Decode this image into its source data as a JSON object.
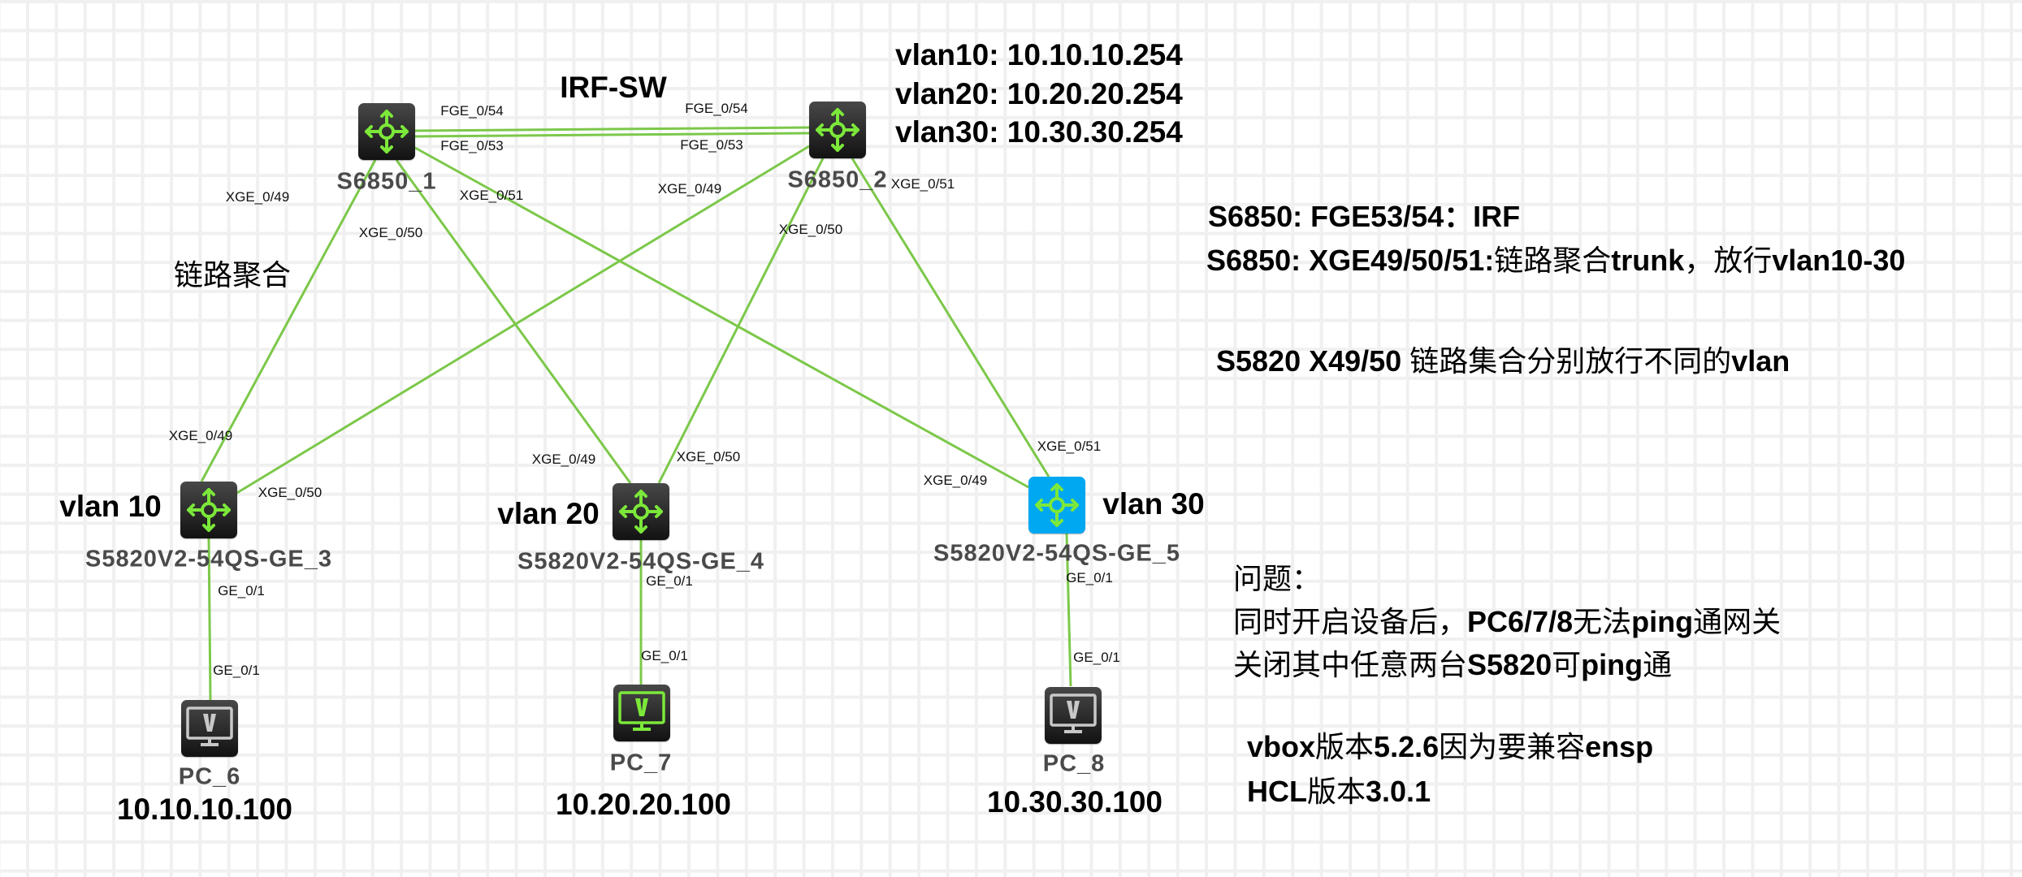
{
  "title": "IRF-SW",
  "colors": {
    "link": "#7cc84a",
    "icon_green": "#7ce83a",
    "device_dark": "#1e1e1e",
    "device_selected": "#00a8f2",
    "pc_icon_gray": "#c8c8c8"
  },
  "gateways": [
    "vlan10: 10.10.10.254",
    "vlan20: 10.20.20.254",
    "vlan30: 10.30.30.254"
  ],
  "devices": {
    "s6850_1": {
      "name": "S6850_1",
      "icon": "router-switch-icon"
    },
    "s6850_2": {
      "name": "S6850_2",
      "icon": "router-switch-icon"
    },
    "s5820_3": {
      "name": "S5820V2-54QS-GE_3",
      "vlan": "vlan 10",
      "icon": "router-switch-icon"
    },
    "s5820_4": {
      "name": "S5820V2-54QS-GE_4",
      "vlan": "vlan 20",
      "icon": "router-switch-icon"
    },
    "s5820_5": {
      "name": "S5820V2-54QS-GE_5",
      "vlan": "vlan 30",
      "icon": "router-switch-icon",
      "selected": true
    },
    "pc_6": {
      "name": "PC_6",
      "ip": "10.10.10.100",
      "icon": "pc-monitor-icon"
    },
    "pc_7": {
      "name": "PC_7",
      "ip": "10.20.20.100",
      "icon": "pc-monitor-icon",
      "active": true
    },
    "pc_8": {
      "name": "PC_8",
      "ip": "10.30.30.100",
      "icon": "pc-monitor-icon"
    }
  },
  "ports": {
    "fge54_left": "FGE_0/54",
    "fge53_left": "FGE_0/53",
    "fge54_right": "FGE_0/54",
    "fge53_right": "FGE_0/53",
    "s1_xge49": "XGE_0/49",
    "s1_xge50": "XGE_0/50",
    "s1_xge51": "XGE_0/51",
    "s2_xge49": "XGE_0/49",
    "s2_xge50": "XGE_0/50",
    "s2_xge51": "XGE_0/51",
    "s3_xge49": "XGE_0/49",
    "s3_xge50": "XGE_0/50",
    "s4_xge49": "XGE_0/49",
    "s4_xge50": "XGE_0/50",
    "s5_xge49": "XGE_0/49",
    "s5_xge51": "XGE_0/51",
    "s3_ge01": "GE_0/1",
    "pc6_ge01": "GE_0/1",
    "s4_ge01": "GE_0/1",
    "pc7_ge01": "GE_0/1",
    "s5_ge01": "GE_0/1",
    "pc8_ge01": "GE_0/1"
  },
  "annotations": {
    "link_agg": "链路聚合",
    "s6850_irf": {
      "prefix": "S6850: FGE53/54：IRF"
    },
    "s6850_trunk": {
      "a": "S6850: XGE49/50/51:",
      "b": "链路聚合",
      "c": "trunk",
      "d": "，放行",
      "e": "vlan10-30"
    },
    "s5820_agg": {
      "a": "S5820 X49/50 ",
      "b": "链路集合分别放行不同的",
      "c": "vlan"
    }
  },
  "problem": {
    "heading": "问题：",
    "line1": {
      "a": "同时开启设备后，",
      "b": "PC6/7/8",
      "c": "无法",
      "d": "ping",
      "e": "通网关"
    },
    "line2": {
      "a": "关闭其中任意两台",
      "b": "S5820",
      "c": "可",
      "d": "ping",
      "e": "通"
    }
  },
  "versions": {
    "vbox": {
      "a": "vbox",
      "b": "版本",
      "c": "5.2.6",
      "d": "因为要兼容",
      "e": "ensp"
    },
    "hcl": {
      "a": "HCL",
      "b": "版本",
      "c": "3.0.1"
    }
  }
}
